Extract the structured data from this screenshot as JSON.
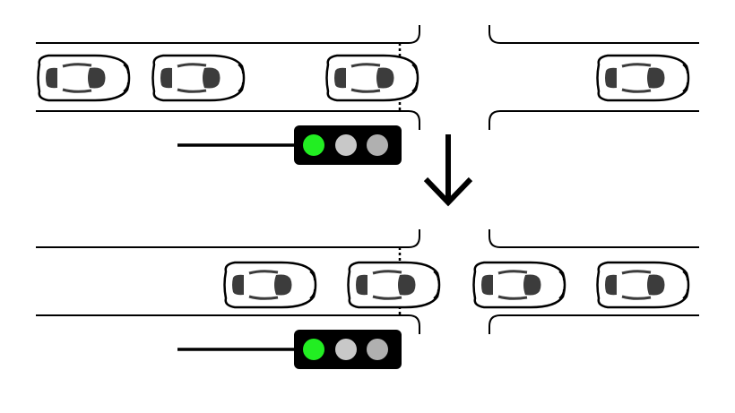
{
  "colors": {
    "light_on": "#22ee22",
    "light_off_1": "#c8c8c8",
    "light_off_2": "#b0b0b0",
    "housing": "#000000",
    "window": "#3c3c3c"
  },
  "scenes": [
    {
      "name": "before",
      "light_state": "green",
      "cars_left_of_intersection": 3,
      "cars_right_of_intersection": 1
    },
    {
      "name": "after",
      "light_state": "green",
      "cars_left_of_intersection": 2,
      "cars_right_of_intersection": 2
    }
  ],
  "transition_icon": "arrow-down-icon"
}
